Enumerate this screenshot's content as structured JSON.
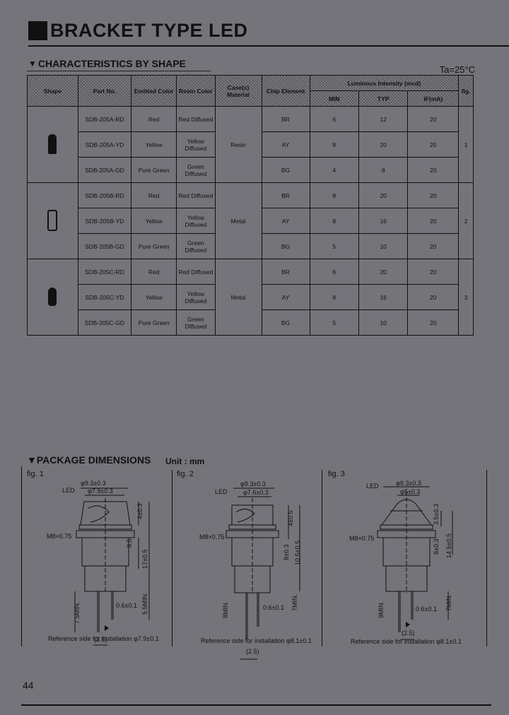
{
  "page": {
    "title": "BRACKET TYPE LED",
    "page_number": "44"
  },
  "characteristics": {
    "heading": "CHARACTERISTICS BY SHAPE",
    "ambient": "Ta=25°C",
    "headers": {
      "shape": "Shape",
      "part_no": "Part No.",
      "emitted_color": "Emitted Color",
      "resin_color": "Resin Color",
      "case_material": "Case(s) Material",
      "chip_element": "Chip Element",
      "luminous_intensity": "Luminous Intensity (mcd)",
      "min": "MIN",
      "typ": "TYP",
      "if_ma": "IF(mA)",
      "fig": "fig."
    },
    "groups": [
      {
        "shape_icon": "led-resin-bullet-icon",
        "case_material": "Resin",
        "fig": "1",
        "rows": [
          {
            "part_no": "SDB-205A-RD",
            "emitted_color": "Red",
            "resin_color": "Red Diffused",
            "chip": "BR",
            "min": "6",
            "typ": "12",
            "if_ma": "20"
          },
          {
            "part_no": "SDB-205A-YD",
            "emitted_color": "Yellow",
            "resin_color": "Yellow Diffused",
            "chip": "AY",
            "min": "8",
            "typ": "20",
            "if_ma": "20"
          },
          {
            "part_no": "SDB-205A-GD",
            "emitted_color": "Pure Green",
            "resin_color": "Green Diffused",
            "chip": "BG",
            "min": "4",
            "typ": "8",
            "if_ma": "20"
          }
        ]
      },
      {
        "shape_icon": "led-metal-flat-icon",
        "case_material": "Metal",
        "fig": "2",
        "rows": [
          {
            "part_no": "SDB-205B-RD",
            "emitted_color": "Red",
            "resin_color": "Red Diffused",
            "chip": "BR",
            "min": "8",
            "typ": "20",
            "if_ma": "20"
          },
          {
            "part_no": "SDB-205B-YD",
            "emitted_color": "Yellow",
            "resin_color": "Yellow Diffused",
            "chip": "AY",
            "min": "8",
            "typ": "16",
            "if_ma": "20"
          },
          {
            "part_no": "SDB-205B-GD",
            "emitted_color": "Pure Green",
            "resin_color": "Green Diffused",
            "chip": "BG",
            "min": "5",
            "typ": "10",
            "if_ma": "20"
          }
        ]
      },
      {
        "shape_icon": "led-metal-dome-icon",
        "case_material": "Metal",
        "fig": "3",
        "rows": [
          {
            "part_no": "SDB-205C-RD",
            "emitted_color": "Red",
            "resin_color": "Red Diffused",
            "chip": "BR",
            "min": "6",
            "typ": "20",
            "if_ma": "20"
          },
          {
            "part_no": "SDB-205C-YD",
            "emitted_color": "Yellow",
            "resin_color": "Yellow Diffused",
            "chip": "AY",
            "min": "8",
            "typ": "16",
            "if_ma": "20"
          },
          {
            "part_no": "SDB-205C-GD",
            "emitted_color": "Pure Green",
            "resin_color": "Green Diffused",
            "chip": "BG",
            "min": "5",
            "typ": "10",
            "if_ma": "20"
          }
        ]
      }
    ]
  },
  "package": {
    "heading": "PACKAGE DIMENSIONS",
    "unit": "Unit : mm",
    "figures": [
      {
        "label": "fig. 1",
        "led_label": "LED",
        "outer_dia": "φ9.3±0.3",
        "inner_dia": "φ7.9±0.3",
        "thread": "M8×0.75",
        "lens_height": "4±0.3",
        "body_height": "8.5",
        "total_height": "17±0.5",
        "lead_min_left": "7.5MIN.",
        "lead_min_right": "5.5MIN.",
        "lead_dia": "0.6±0.1",
        "pitch": "(2.5)",
        "reference": "Reference side for installation φ7.9±0.1"
      },
      {
        "label": "fig. 2",
        "led_label": "LED",
        "outer_dia": "φ9.3±0.3",
        "inner_dia": "φ7.6±0.3",
        "thread": "M8×0.75",
        "lens_height": "4±0.5",
        "body_height": "8±0.3",
        "total_height": "10.5±0.5",
        "lead_min_left": "8MIN.",
        "lead_min_right": "7MIN.",
        "lead_dia": "0.6±0.1",
        "pitch": "(2.5)",
        "reference": "Reference side for installation φ8.1±0.1"
      },
      {
        "label": "fig. 3",
        "led_label": "LED",
        "outer_dia": "φ9.3±0.3",
        "inner_dia": "φ5±0.3",
        "thread": "M8×0.75",
        "lens_height": "3.5±0.3",
        "body_height": "8±0.3",
        "total_height": "14.5±0.5",
        "lead_min_left": "9MIN.",
        "lead_min_right": "7MIN.",
        "lead_dia": "0.6±0.1",
        "pitch": "(2.5)",
        "reference": "Reference side for installation φ8.1±0.1"
      }
    ]
  }
}
